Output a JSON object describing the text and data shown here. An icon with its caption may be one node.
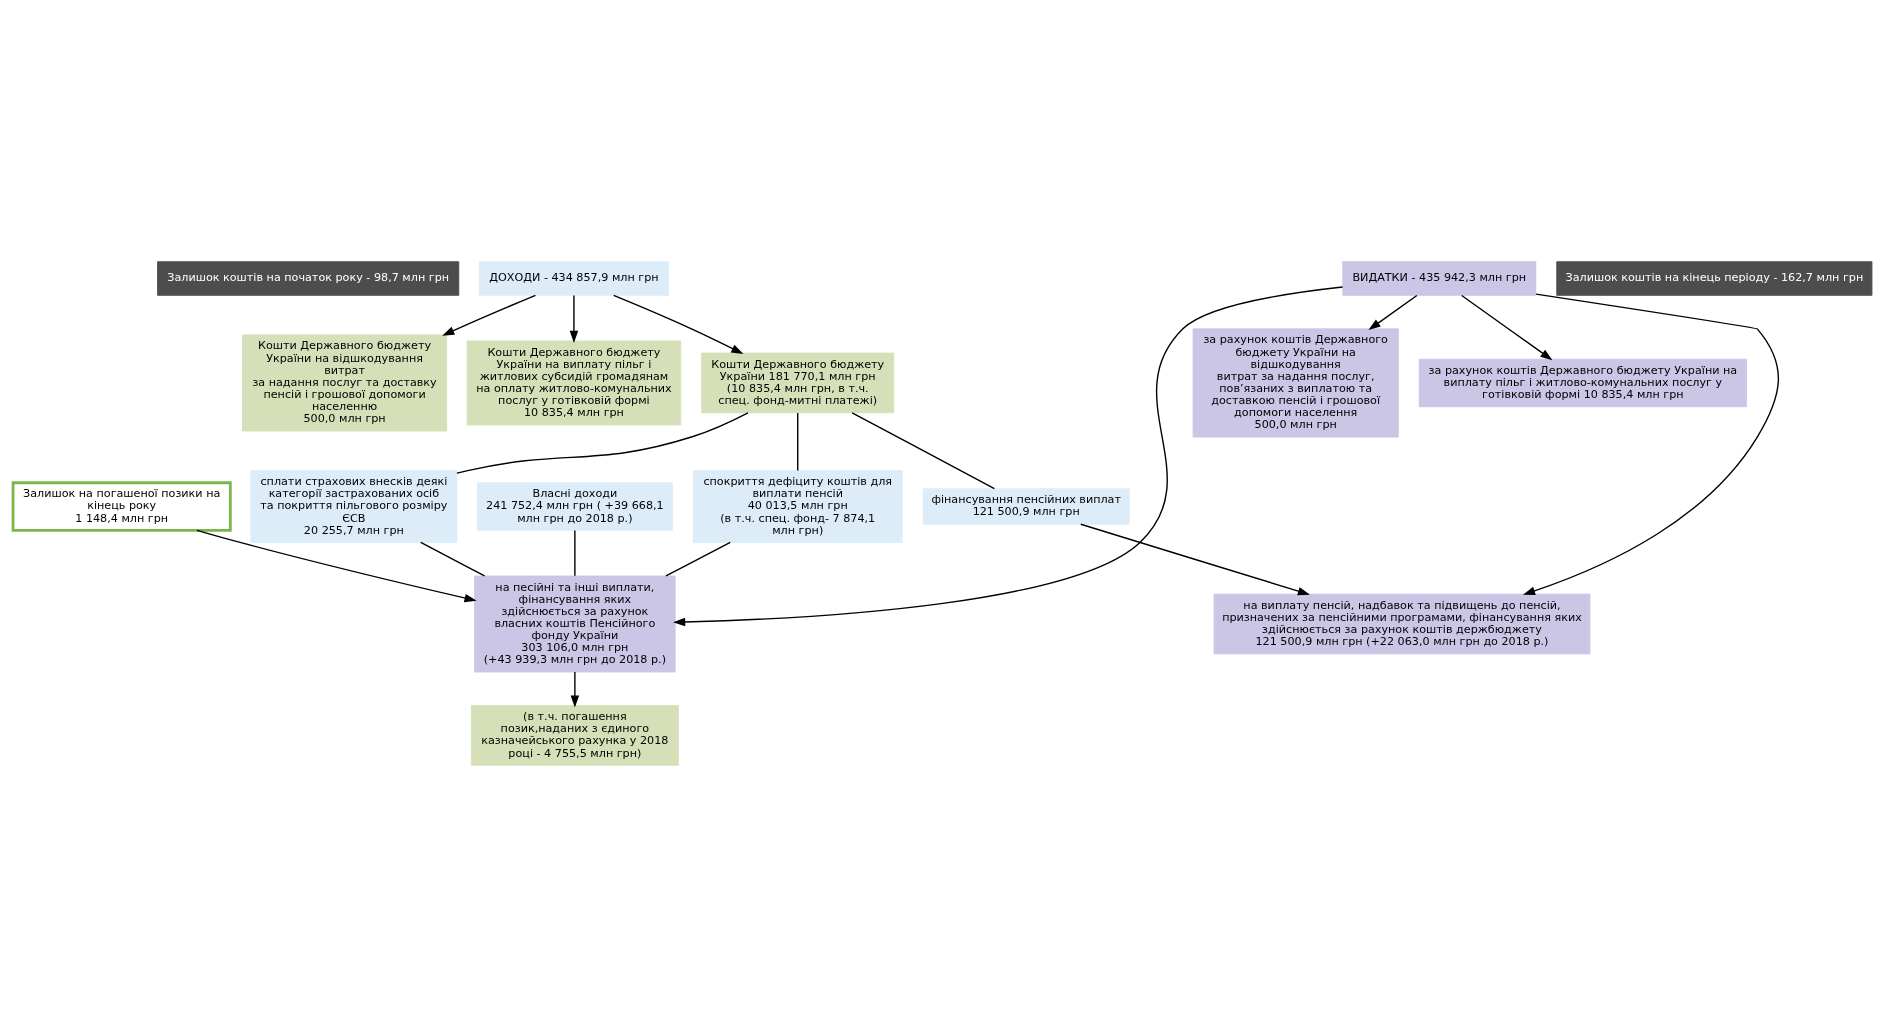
{
  "diagram": {
    "nodes": [
      {
        "text": [
          "Залишок коштів на початок року - 98,7 млн грн"
        ]
      },
      {
        "text": [
          "ДОХОДИ - 434 857,9 млн грн"
        ]
      },
      {
        "text": [
          "Кошти Державного бюджету України на відшкодування витрат",
          "за надання послуг та доставку пенсій і грошової допомоги населенню",
          "500,0 млн грн"
        ]
      },
      {
        "text": [
          "Кошти Державного бюджету України на виплату пільг і житлових субсидій громадянам",
          "на оплату житлово-комунальних послуг у готівковій формі",
          "10 835,4 млн грн"
        ]
      },
      {
        "text": [
          "Кошти Державного бюджету України 181 770,1 млн грн",
          "(10 835,4 млн грн, в т.ч. спец. фонд-митні платежі)"
        ]
      },
      {
        "text": [
          "Власні доходи",
          "241 752,4 млн грн ( +39 668,1 млн грн до 2018 р.)"
        ]
      },
      {
        "text": [
          "сплати страхових внесків деякі категорії застрахованих осіб та покриття пільгового розміру ЄСВ",
          "20 255,7 млн грн"
        ]
      },
      {
        "text": [
          "спокриття дефіциту коштів для виплати пенсій",
          "40 013,5 млн грн",
          "(в т.ч. спец. фонд- 7 874,1 млн грн)"
        ]
      },
      {
        "text": [
          "фінансування пенсійних виплат",
          "121 500,9 млн грн"
        ]
      },
      {
        "text": [
          "ВИДАТКИ - 435 942,3 млн грн"
        ]
      },
      {
        "text": [
          "на песійні та інші виплати, фінансування яких",
          "здійснюється за рахунок власних коштів Пенсійного фонду України",
          "303 106,0 млн грн",
          "(+43 939,3 млн грн до 2018 р.)"
        ]
      },
      {
        "text": [
          "(в т.ч. погашення позик,наданих з єдиного казначейського рахунка у 2018 році - 4 755,5 млн грн)"
        ]
      },
      {
        "text": [
          "за рахунок коштів Державного бюджету України на відшкодування",
          "витрат за надання послуг, пов’язаних з виплатою та доставкою пенсій і грошової допомоги населення",
          "500,0 млн грн"
        ]
      },
      {
        "text": [
          "Залишок на погашеної позики на кінець року",
          "1 148,4 млн грн"
        ]
      },
      {
        "text": [
          "за рахунок коштів Державного бюджету України на виплату пільг і житлово-комунальних послуг у готівковій формі 10 835,4 млн грн"
        ]
      },
      {
        "text": [
          "на виплату пенсій, надбавок та підвищень до пенсій, призначених за пенсійними програмами, фінансування яких здійснюється за рахунок коштів держбюджету",
          "121 500,9 млн грн (+22 063,0 млн грн до 2018 р.)"
        ]
      },
      {
        "text": [
          "Залишок коштів на кінець періоду - 162,7 млн грн"
        ]
      }
    ],
    "edges": [
      {
        "from": 1,
        "to": 2,
        "arrow": "to"
      },
      {
        "from": 1,
        "to": 3,
        "arrow": "to"
      },
      {
        "from": 1,
        "to": 4,
        "arrow": "to"
      },
      {
        "from": 4,
        "to": 6,
        "arrow": "none"
      },
      {
        "from": 4,
        "to": 7,
        "arrow": "none"
      },
      {
        "from": 4,
        "to": 8,
        "arrow": "none"
      },
      {
        "from": 5,
        "to": 10,
        "arrow": "none"
      },
      {
        "from": 6,
        "to": 10,
        "arrow": "none"
      },
      {
        "from": 7,
        "to": 10,
        "arrow": "none"
      },
      {
        "from": 8,
        "to": 15,
        "arrow": "to"
      },
      {
        "from": 9,
        "to": 10,
        "arrow": "to"
      },
      {
        "from": 9,
        "to": 15,
        "arrow": "to"
      },
      {
        "from": 10,
        "to": 11,
        "arrow": "to"
      },
      {
        "from": 9,
        "to": 14,
        "arrow": "to"
      },
      {
        "from": 9,
        "to": 12,
        "arrow": "to"
      },
      {
        "from": 13,
        "to": 10,
        "arrow": "to"
      }
    ]
  }
}
